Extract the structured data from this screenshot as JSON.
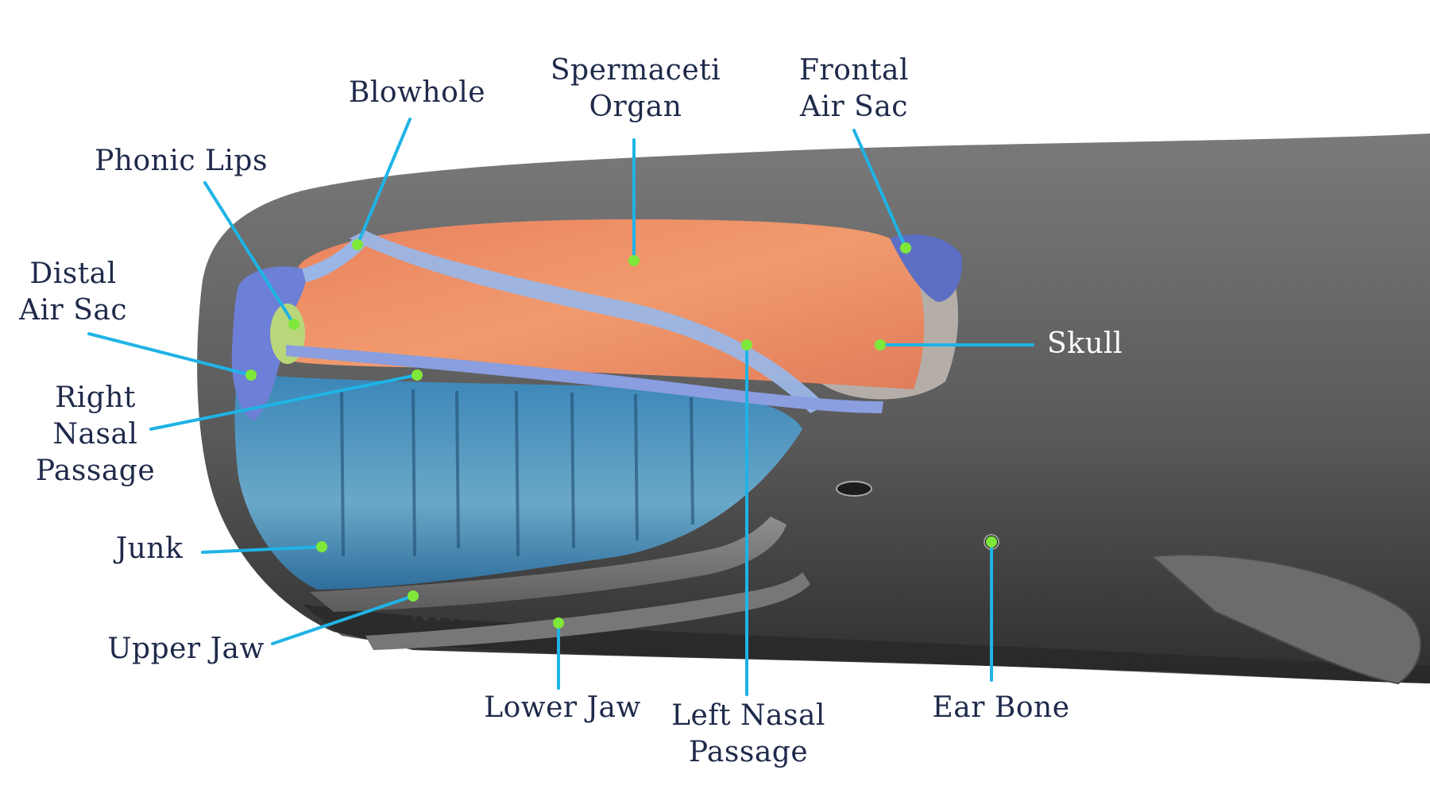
{
  "colors": {
    "leader": "#1fb3e6",
    "dot": "#7ee83a",
    "label": "#1f2a4a",
    "label_on_dark": "#ffffff",
    "spermaceti": "#ee8a66",
    "junk": "#3f86b3",
    "air_passage": "#9ab6e6",
    "air_sac": "#6d7fd6",
    "phonic_lips": "#b9d77a",
    "whale_skin": "#5a5a5a"
  },
  "labels": {
    "blowhole": "Blowhole",
    "spermaceti_organ": "Spermaceti\nOrgan",
    "frontal_air_sac": "Frontal\nAir Sac",
    "phonic_lips": "Phonic Lips",
    "distal_air_sac": "Distal\nAir Sac",
    "skull": "Skull",
    "right_nasal_passage": "Right\nNasal\nPassage",
    "junk": "Junk",
    "upper_jaw": "Upper Jaw",
    "lower_jaw": "Lower Jaw",
    "left_nasal_passage": "Left Nasal\nPassage",
    "ear_bone": "Ear Bone"
  }
}
